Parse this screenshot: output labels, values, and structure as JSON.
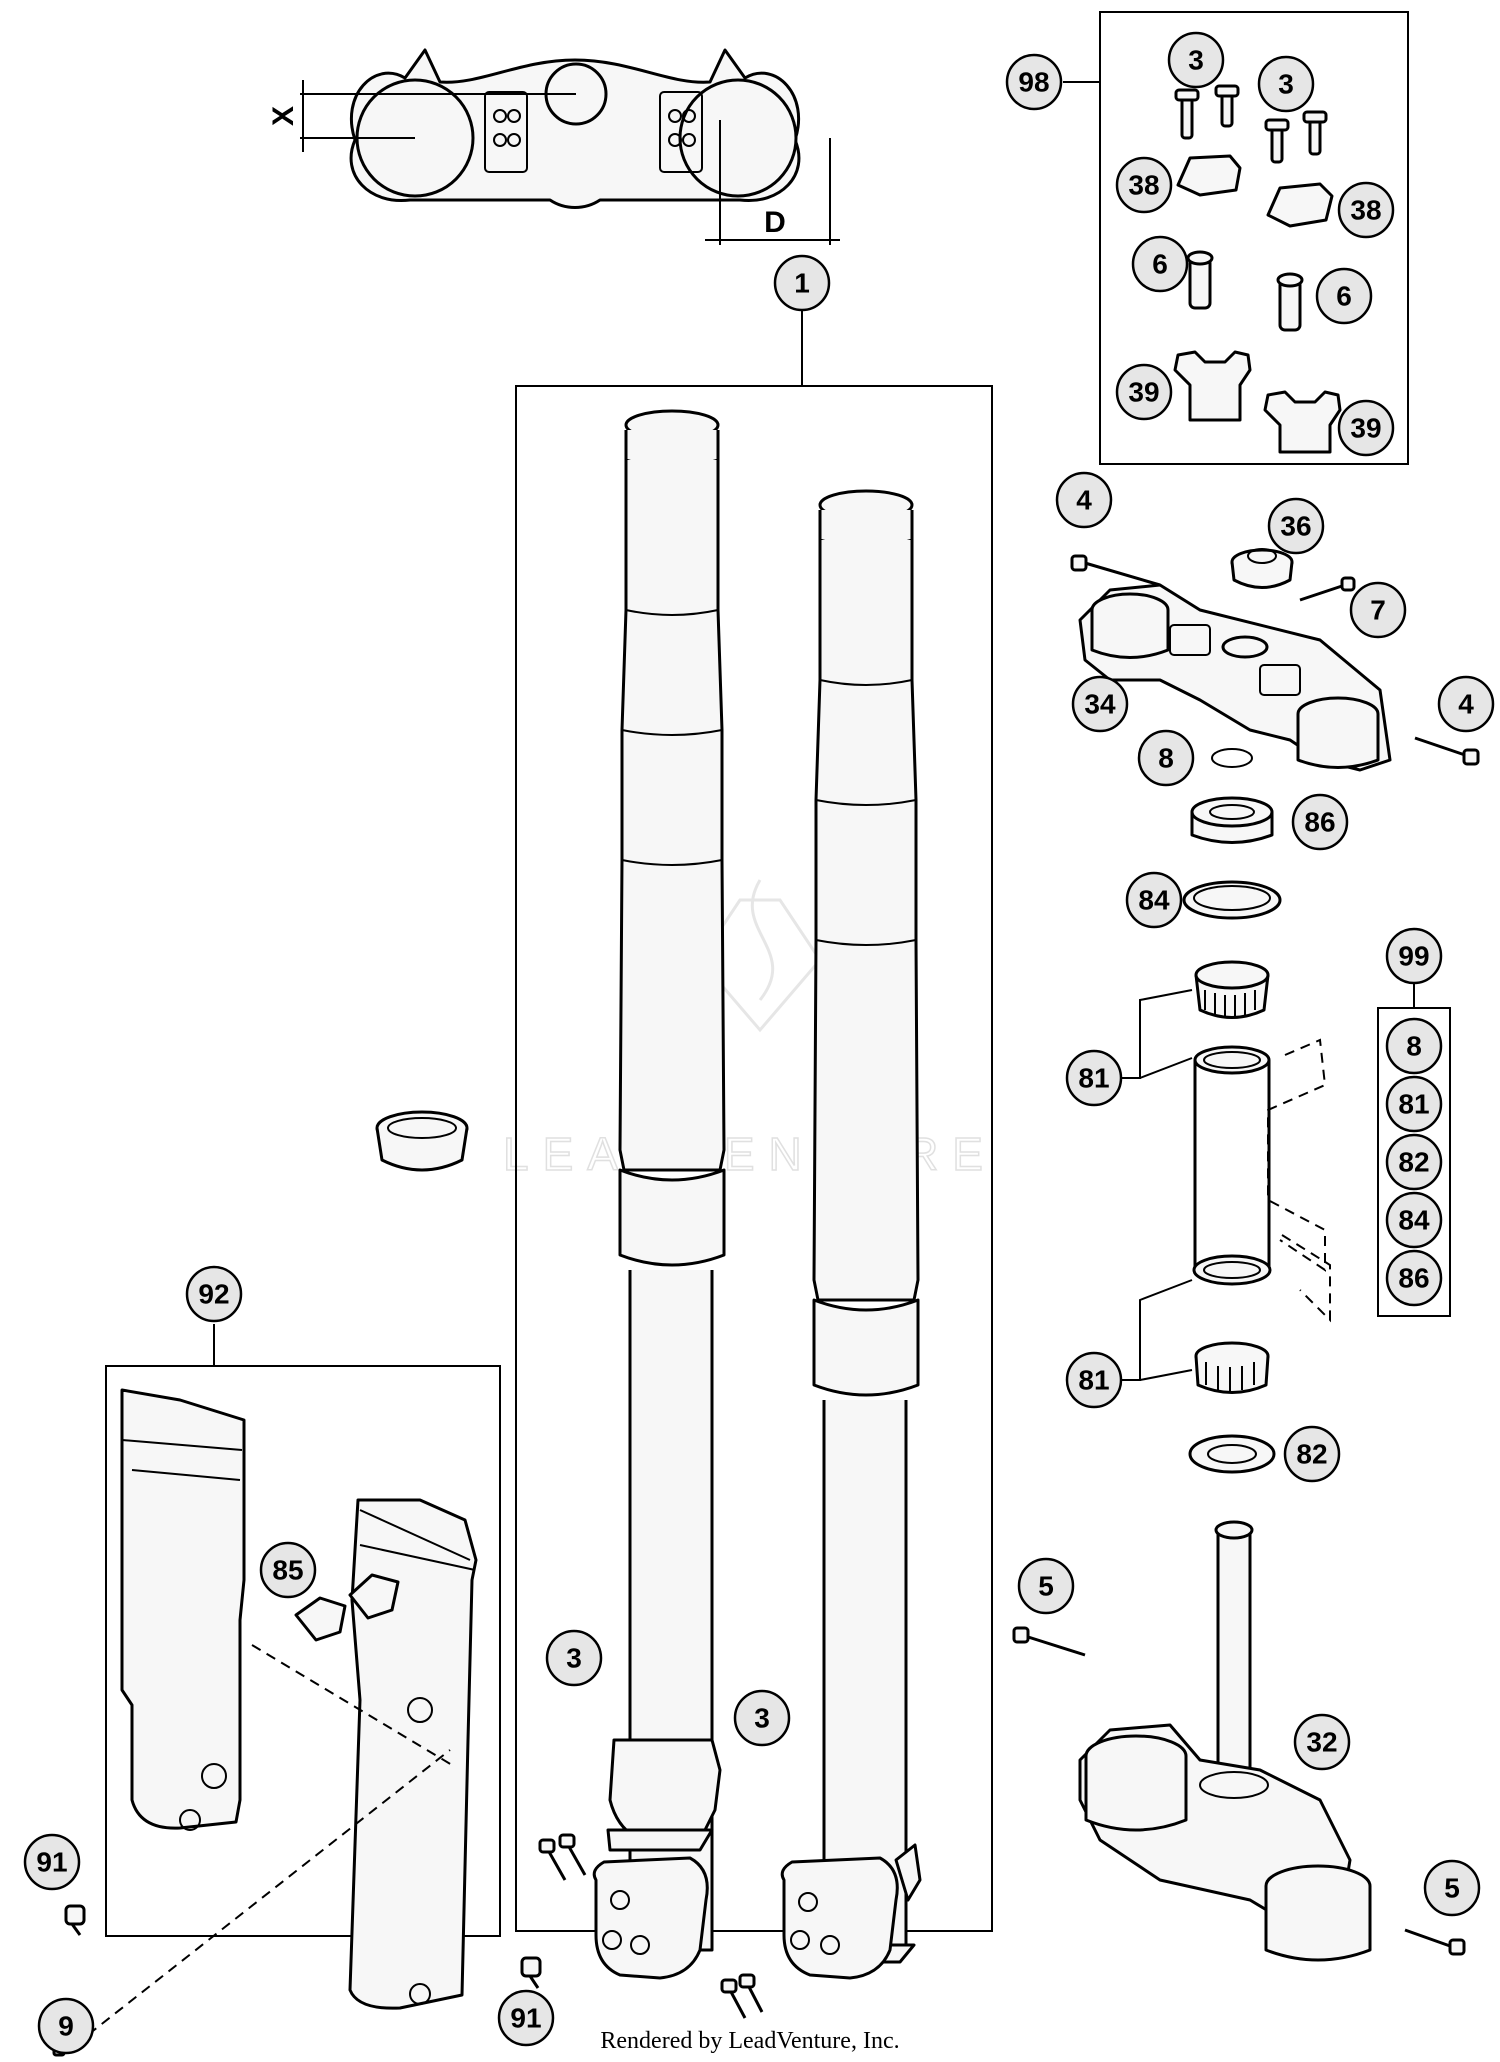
{
  "footer": "Rendered by LeadVenture, Inc.",
  "watermark": "LEADVENTURE",
  "dimension_labels": {
    "x": "X",
    "d": "D"
  },
  "callouts": {
    "c98": "98",
    "c3a": "3",
    "c3b": "3",
    "c38a": "38",
    "c38b": "38",
    "c6a": "6",
    "c6b": "6",
    "c39a": "39",
    "c39b": "39",
    "c1": "1",
    "c4a": "4",
    "c36": "36",
    "c7": "7",
    "c34": "34",
    "c4b": "4",
    "c8": "8",
    "c86": "86",
    "c84": "84",
    "c99": "99",
    "c99_8": "8",
    "c99_81": "81",
    "c99_82": "82",
    "c99_84": "84",
    "c99_86": "86",
    "c81a": "81",
    "c81b": "81",
    "c82": "82",
    "c92": "92",
    "c85": "85",
    "c3c": "3",
    "c3d": "3",
    "c5a": "5",
    "c32": "32",
    "c5b": "5",
    "c91a": "91",
    "c9": "9",
    "c91b": "91"
  }
}
